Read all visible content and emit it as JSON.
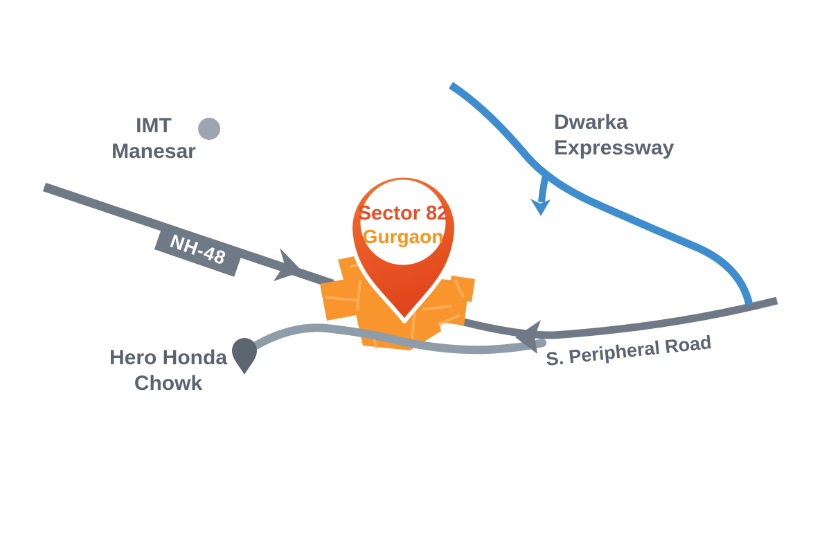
{
  "pin": {
    "line1": "Sector 82",
    "line2": "Gurgaon"
  },
  "labels": {
    "imt_manesar": {
      "line1": "IMT",
      "line2": "Manesar"
    },
    "dwarka_expressway": {
      "line1": "Dwarka",
      "line2": "Expressway"
    },
    "nh48": "NH-48",
    "hero_honda_chowk": {
      "line1": "Hero Honda",
      "line2": "Chowk"
    },
    "s_peripheral_road": "S. Peripheral Road"
  },
  "colors": {
    "road-gray": "#6F7A86",
    "link-road-gray": "#8F9CAA",
    "expressway-blue": "#3E8DCE",
    "sector-orange": "#F8952C",
    "pin-orange-top": "#F4702F",
    "pin-orange-bottom": "#E0441B",
    "sector-text": "#E84E26",
    "gurgaon-text": "#F7941E",
    "label-gray": "#5B6470",
    "marker-gray": "#5C6670",
    "dot-gray": "#9BA6B1"
  }
}
